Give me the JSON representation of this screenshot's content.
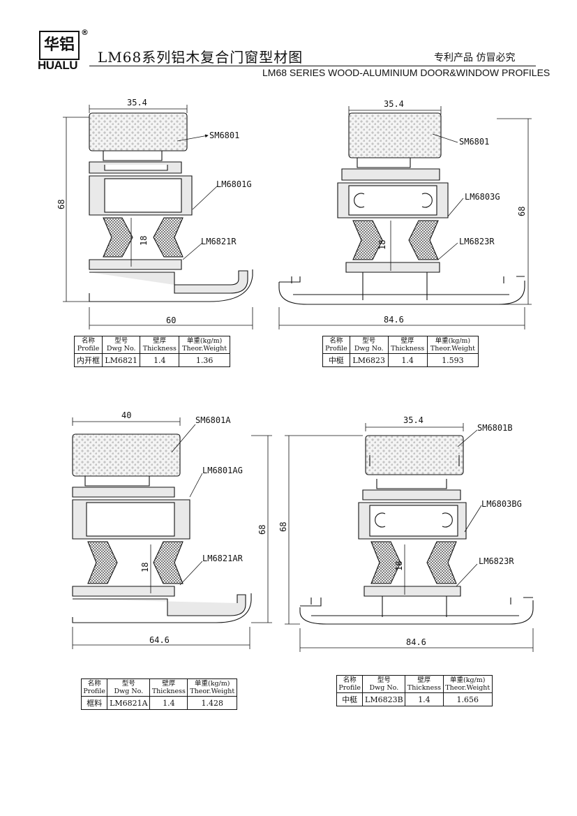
{
  "header": {
    "logo_cn": "华铝",
    "logo_en": "HUALU",
    "registered": "®",
    "title_cn": "LM68系列铝木复合门窗型材图",
    "title_en": "LM68 SERIES WOOD-ALUMINIUM DOOR&WINDOW PROFILES",
    "patent": "专利产品  仿冒必究"
  },
  "table_headers": {
    "name_cn": "名称",
    "name_en": "Profile",
    "dwg_cn": "型号",
    "dwg_en": "Dwg No.",
    "thk_cn": "壁厚",
    "thk_en": "Thickness",
    "wt_cn": "单重(kg/m)",
    "wt_en": "Theor.Weight"
  },
  "profiles": [
    {
      "dims": {
        "top": "35.4",
        "height": "68",
        "bottom": "60",
        "inner": "18"
      },
      "callouts": [
        "SM6801",
        "LM6801G",
        "LM6821R"
      ],
      "table": {
        "name": "内开框",
        "dwg": "LM6821",
        "thickness": "1.4",
        "weight": "1.36"
      }
    },
    {
      "dims": {
        "top": "35.4",
        "height": "68",
        "bottom": "84.6",
        "inner": "18"
      },
      "callouts": [
        "SM6801",
        "LM6803G",
        "LM6823R"
      ],
      "table": {
        "name": "中梃",
        "dwg": "LM6823",
        "thickness": "1.4",
        "weight": "1.593"
      }
    },
    {
      "dims": {
        "top": "40",
        "height": "68",
        "bottom": "64.6",
        "inner": "18"
      },
      "callouts": [
        "SM6801A",
        "LM6801AG",
        "LM6821AR"
      ],
      "table": {
        "name": "框料",
        "dwg": "LM6821A",
        "thickness": "1.4",
        "weight": "1.428"
      }
    },
    {
      "dims": {
        "top": "35.4",
        "height": "68",
        "bottom": "84.6",
        "inner": "18"
      },
      "callouts": [
        "SM6801B",
        "LM6803BG",
        "LM6823R"
      ],
      "table": {
        "name": "中梃",
        "dwg": "LM6823B",
        "thickness": "1.4",
        "weight": "1.656"
      }
    }
  ]
}
